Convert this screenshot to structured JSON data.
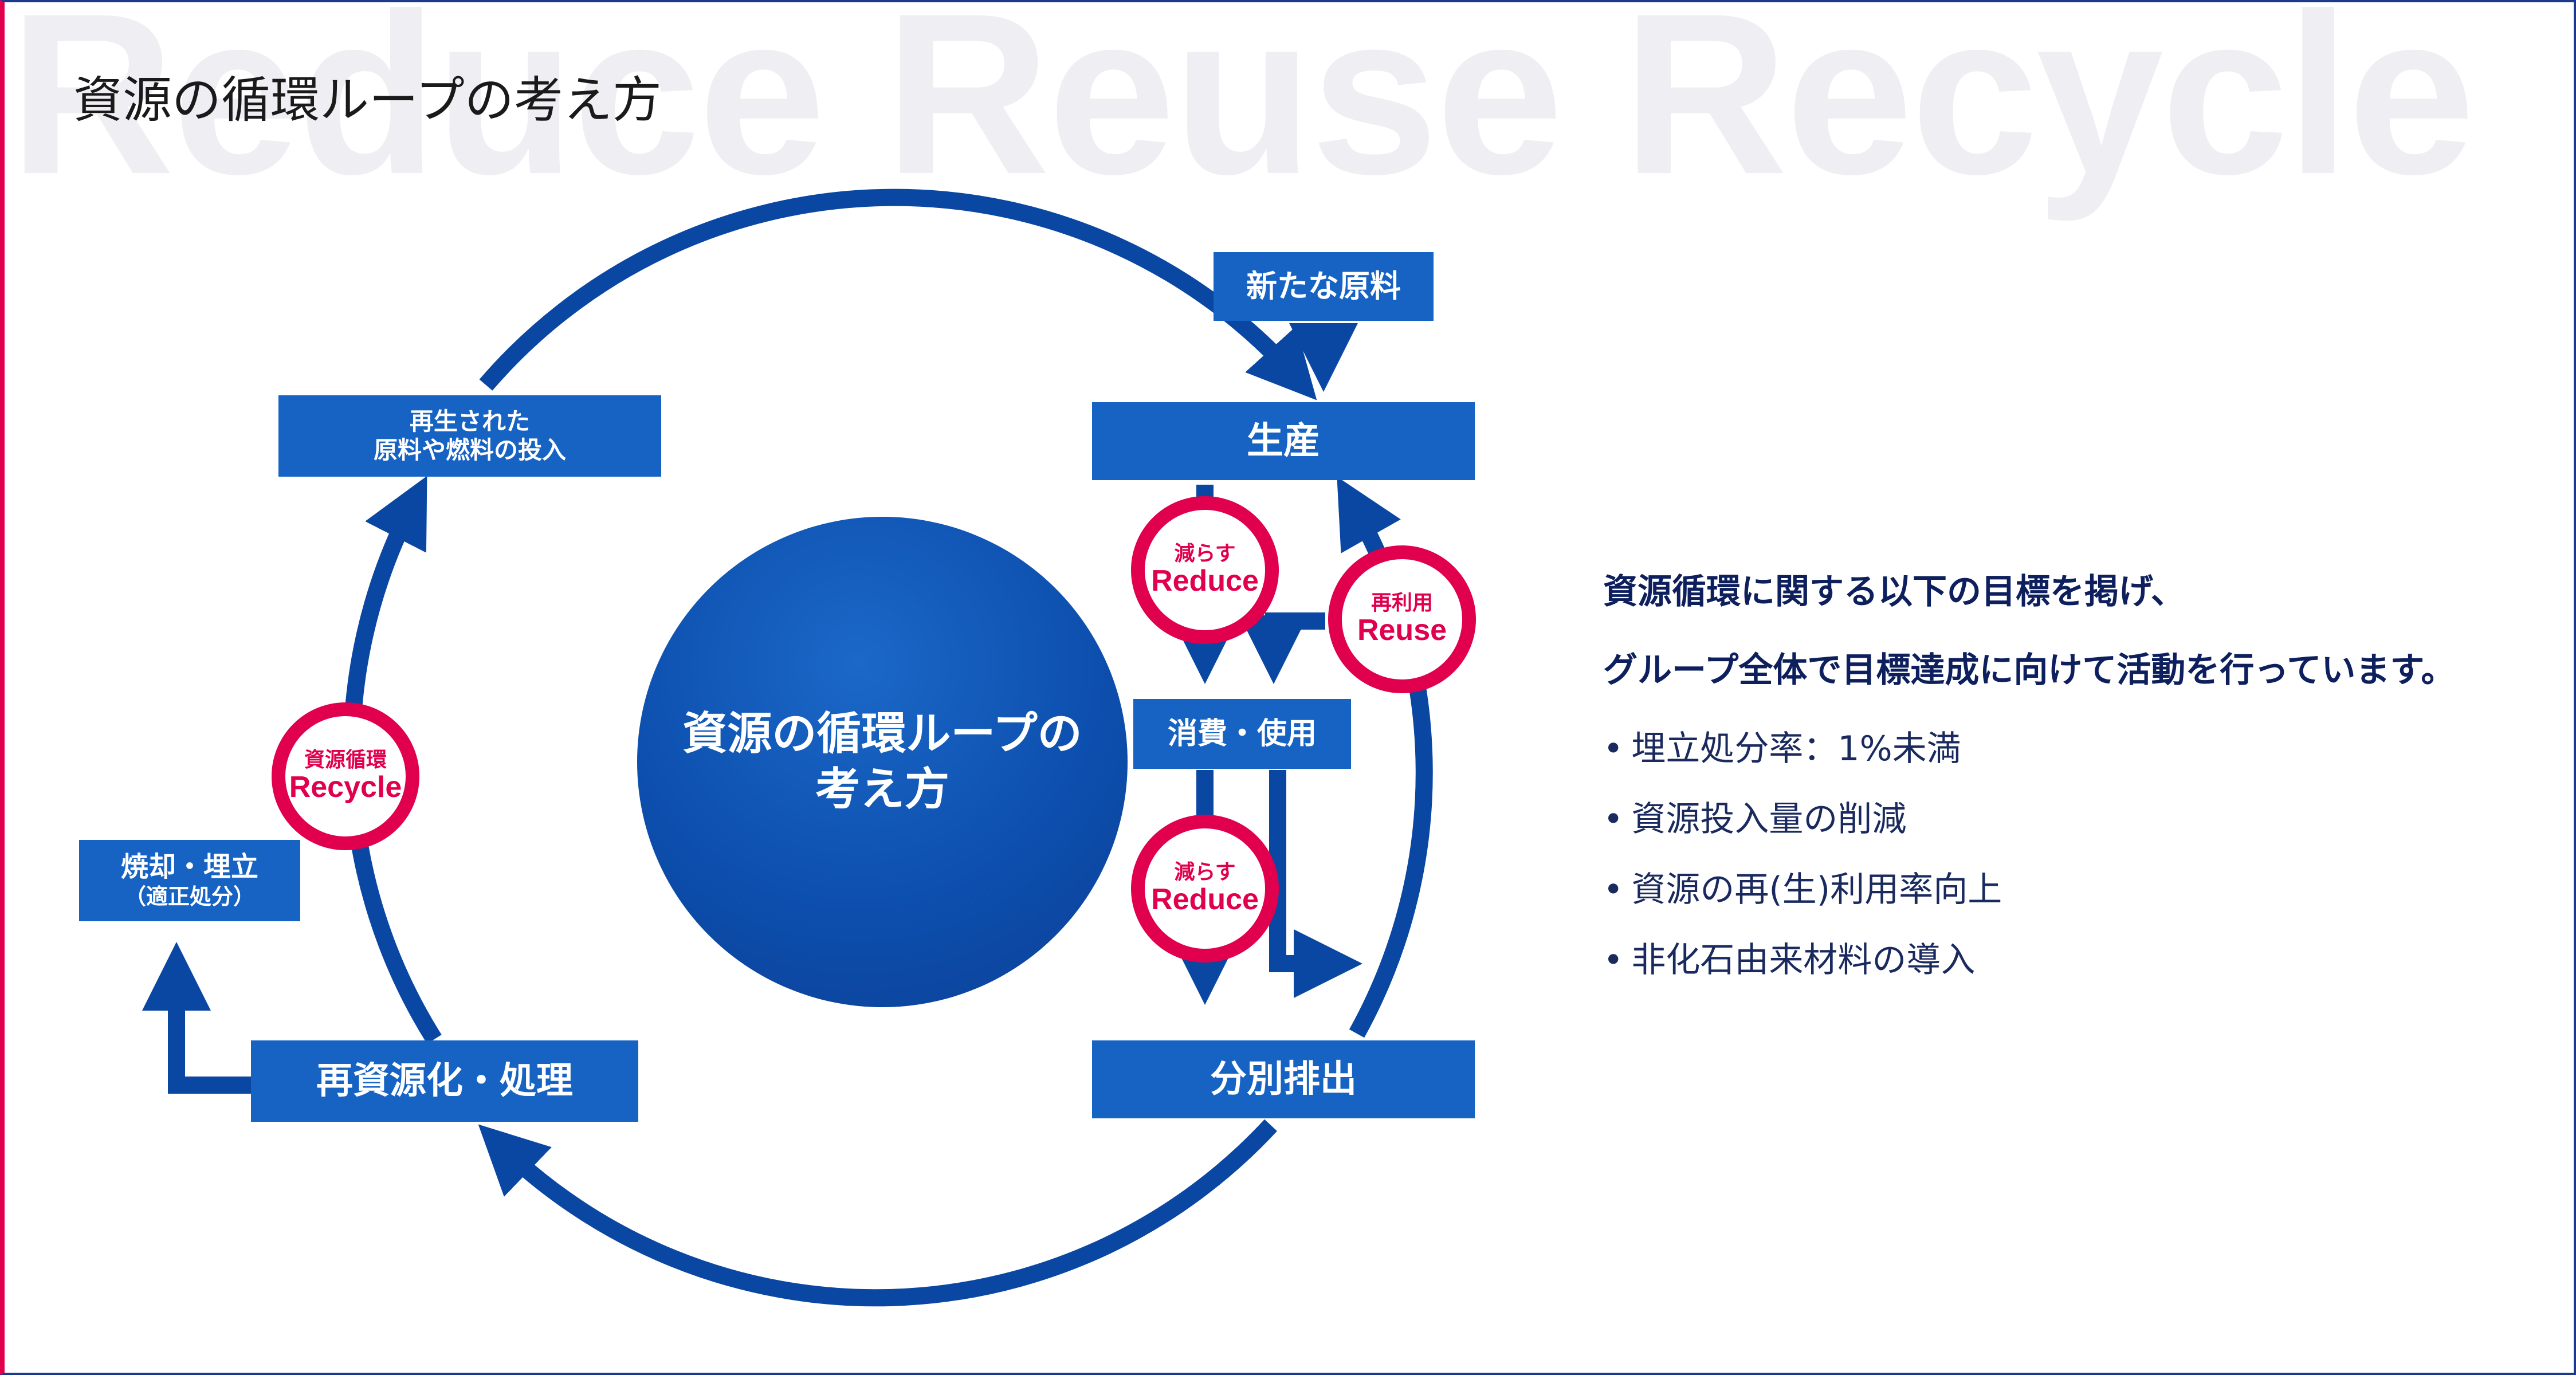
{
  "watermark": "Reduce Reuse Recycle",
  "title": "資源の循環ループの考え方",
  "center": {
    "line1": "資源の循環ループの",
    "line2": "考え方"
  },
  "boxes": {
    "raw_material": "新たな原料",
    "production": "生産",
    "recycled_input": {
      "line1": "再生された",
      "line2": "原料や燃料の投入"
    },
    "consumption": "消費・使用",
    "separation": "分別排出",
    "reprocessing": "再資源化・処理",
    "incineration": {
      "line1": "焼却・埋立",
      "line2": "（適正処分）"
    }
  },
  "badges": {
    "reduce_top": {
      "small": "減らす",
      "big": "Reduce"
    },
    "reduce_bottom": {
      "small": "減らす",
      "big": "Reduce"
    },
    "reuse": {
      "small": "再利用",
      "big": "Reuse"
    },
    "recycle": {
      "small": "資源循環",
      "big": "Recycle"
    }
  },
  "description": {
    "line1": "資源循環に関する以下の目標を掲げ、",
    "line2": "グループ全体で目標達成に向けて活動を行っています。",
    "bullets": [
      "埋立処分率：1%未満",
      "資源投入量の削減",
      "資源の再(生)利用率向上",
      "非化石由来材料の導入"
    ]
  },
  "colors": {
    "primary": "#1663c4",
    "dark_blue": "#0a47a3",
    "accent": "#e0004d",
    "text": "#0d1f5c"
  }
}
